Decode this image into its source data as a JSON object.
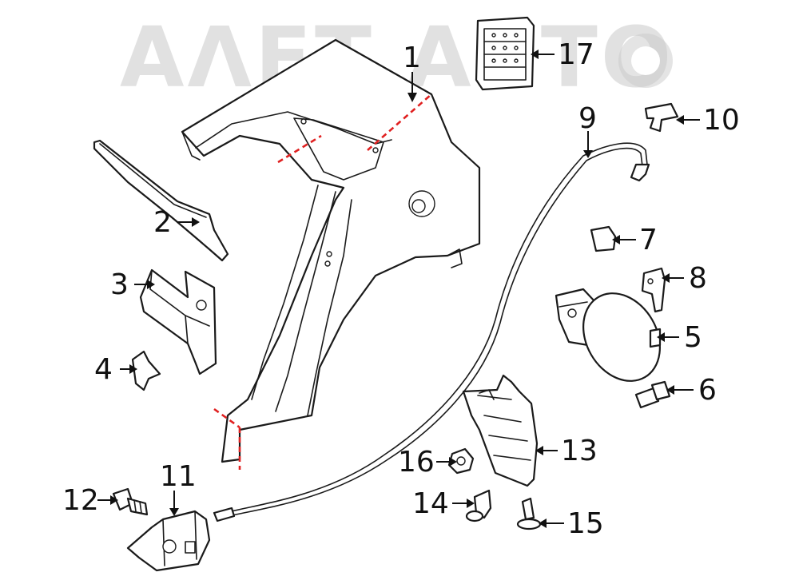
{
  "watermark": {
    "text": "ΑΛΕΤ ΑΒΤΟ"
  },
  "callouts": [
    {
      "id": "1",
      "label": "1"
    },
    {
      "id": "2",
      "label": "2"
    },
    {
      "id": "3",
      "label": "3"
    },
    {
      "id": "4",
      "label": "4"
    },
    {
      "id": "5",
      "label": "5"
    },
    {
      "id": "6",
      "label": "6"
    },
    {
      "id": "7",
      "label": "7"
    },
    {
      "id": "8",
      "label": "8"
    },
    {
      "id": "9",
      "label": "9"
    },
    {
      "id": "10",
      "label": "10"
    },
    {
      "id": "11",
      "label": "11"
    },
    {
      "id": "12",
      "label": "12"
    },
    {
      "id": "13",
      "label": "13"
    },
    {
      "id": "14",
      "label": "14"
    },
    {
      "id": "15",
      "label": "15"
    },
    {
      "id": "16",
      "label": "16"
    },
    {
      "id": "17",
      "label": "17"
    }
  ],
  "colors": {
    "line": "#1a1a1a",
    "cut_line": "#e02020",
    "watermark": "#c9c9c9",
    "background": "#ffffff"
  }
}
